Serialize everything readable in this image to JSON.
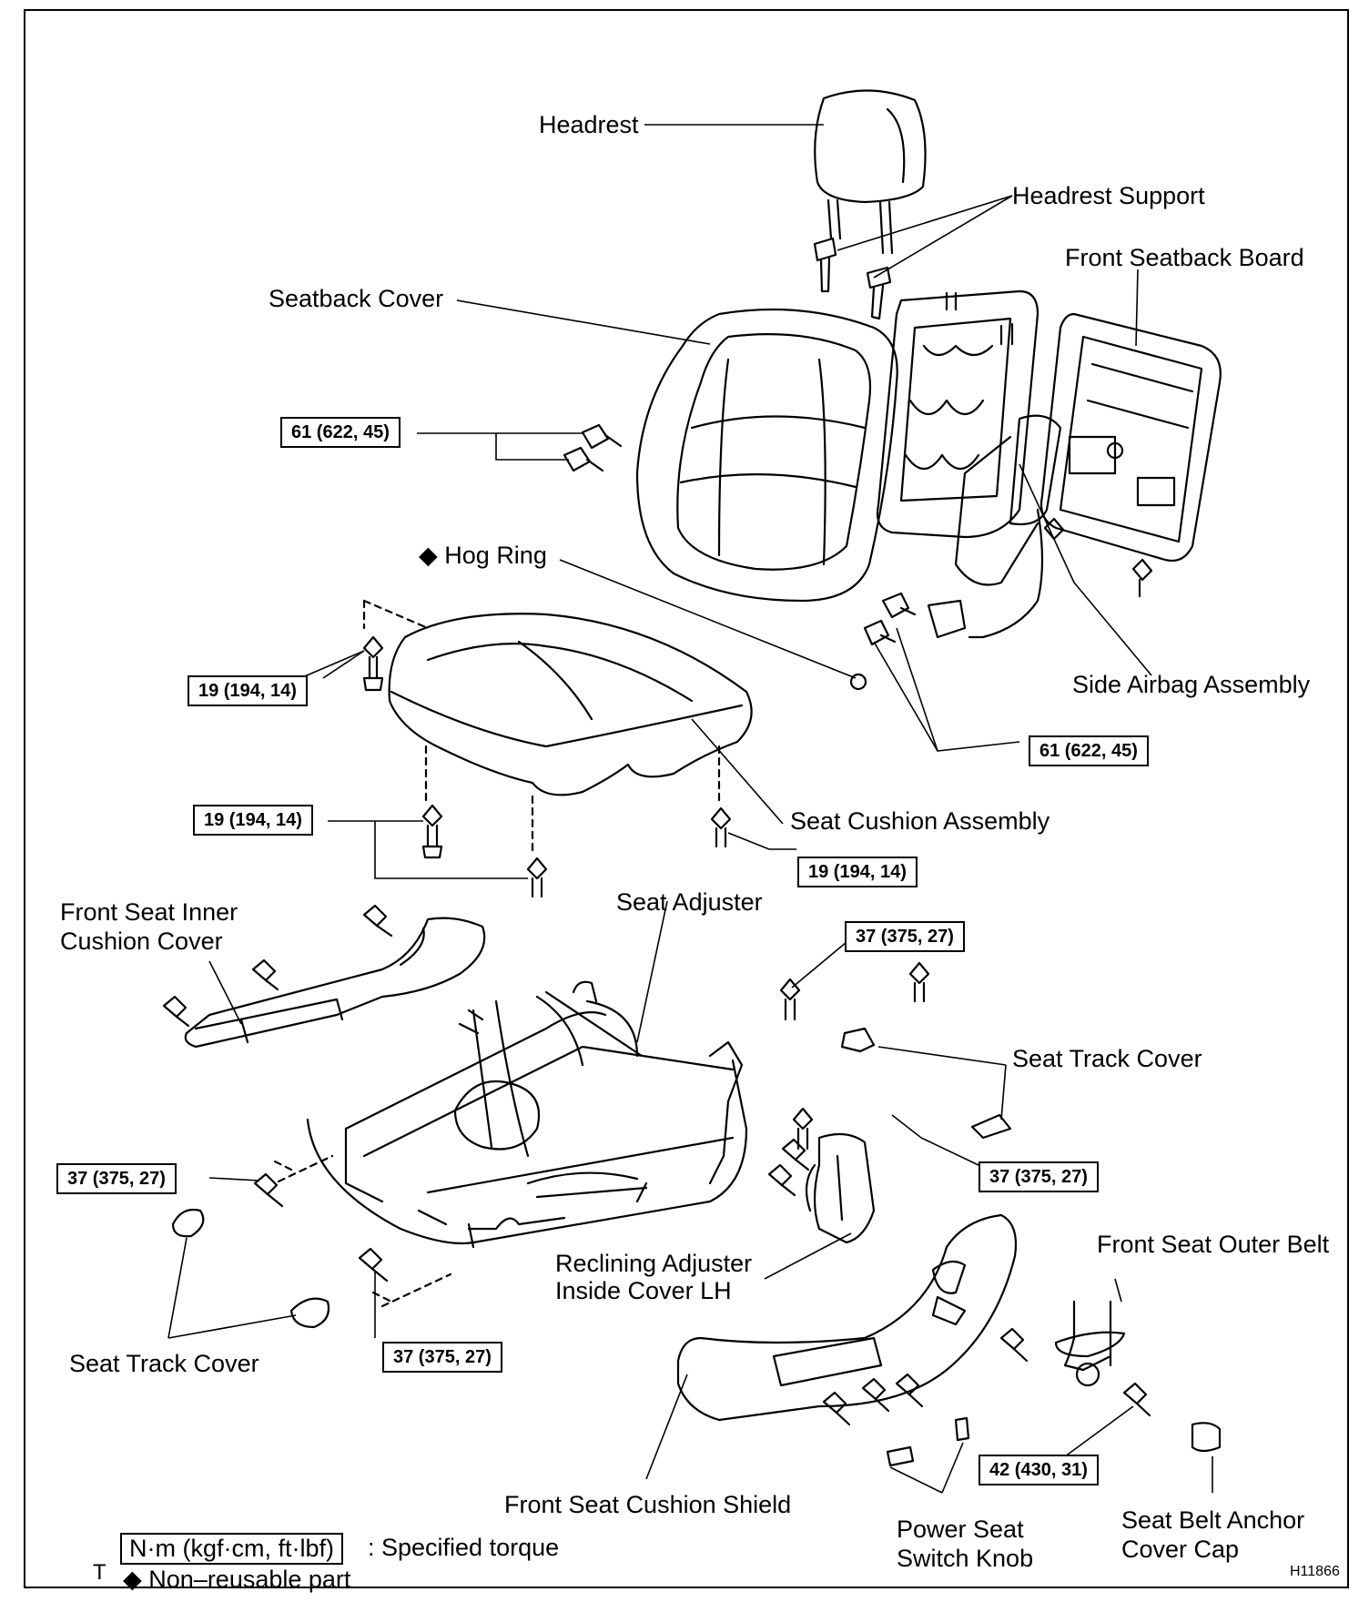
{
  "labels": {
    "headrest": "Headrest",
    "headrest_support": "Headrest Support",
    "front_seatback_board": "Front Seatback Board",
    "seatback_cover": "Seatback Cover",
    "hog_ring": "Hog Ring",
    "side_airbag_assembly": "Side Airbag Assembly",
    "seat_cushion_assembly": "Seat Cushion Assembly",
    "front_seat_inner_cushion_cover_line1": "Front Seat Inner",
    "front_seat_inner_cushion_cover_line2": "Cushion Cover",
    "seat_adjuster": "Seat Adjuster",
    "seat_track_cover_right": "Seat Track Cover",
    "seat_track_cover_left": "Seat Track Cover",
    "reclining_adjuster_line1": "Reclining Adjuster",
    "reclining_adjuster_line2": "Inside Cover LH",
    "front_seat_outer_belt": "Front Seat Outer Belt",
    "front_seat_cushion_shield": "Front Seat Cushion Shield",
    "power_seat_switch_knob_line1": "Power Seat",
    "power_seat_switch_knob_line2": "Switch Knob",
    "seat_belt_anchor_line1": "Seat Belt Anchor",
    "seat_belt_anchor_line2": "Cover Cap"
  },
  "torques": {
    "seatback_bolts": "61 (622, 45)",
    "airbag_nuts": "61 (622, 45)",
    "cushion_rear": "19 (194, 14)",
    "cushion_front_left": "19 (194, 14)",
    "cushion_front_right": "19 (194, 14)",
    "adjuster_top_right": "37 (375, 27)",
    "adjuster_right": "37 (375, 27)",
    "adjuster_left": "37 (375, 27)",
    "adjuster_bottom": "37 (375, 27)",
    "belt_anchor": "42 (430, 31)"
  },
  "legend": {
    "torque_units": "N·m (kgf·cm, ft·lbf)",
    "torque_desc": ": Specified torque",
    "marker_t": "T",
    "nonreusable": "◆ Non–reusable part",
    "diamond": "◆"
  },
  "figure_code": "H11866"
}
